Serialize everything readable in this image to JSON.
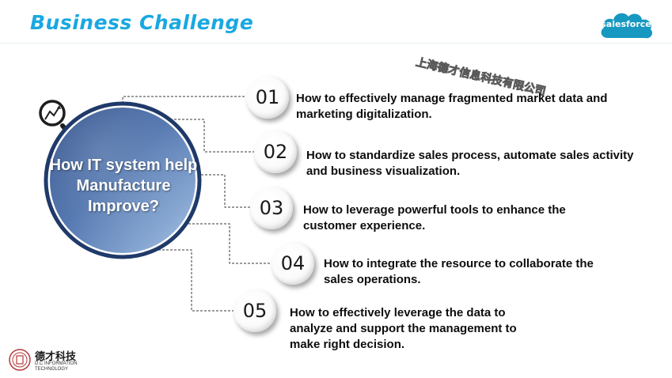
{
  "slide": {
    "title": "Business Challenge",
    "brand_logo_text": "salesforce",
    "watermark": "上海德才信息科技有限公司",
    "hub_text": "How IT system help Manufacture Improve?",
    "items": [
      {
        "number": "01",
        "text": "How to effectively manage fragmented market data and marketing digitalization."
      },
      {
        "number": "02",
        "text": "How to standardize sales process, automate sales activity and business visualization."
      },
      {
        "number": "03",
        "text": "How to leverage powerful tools to enhance the customer experience."
      },
      {
        "number": "04",
        "text": "How to integrate the resource to collaborate the sales operations."
      },
      {
        "number": "05",
        "text": "How to effectively leverage the data to analyze and support the management to make right decision."
      }
    ],
    "footer": {
      "company_cn": "德才科技",
      "company_en_line1": "D.C INFORMATION",
      "company_en_line2": "TECHNOLOGY"
    },
    "colors": {
      "title": "#1aa8e0",
      "hub_dark": "#2b4a86",
      "hub_light": "#a9c6e8",
      "salesforce_blue": "#1798c1"
    }
  }
}
